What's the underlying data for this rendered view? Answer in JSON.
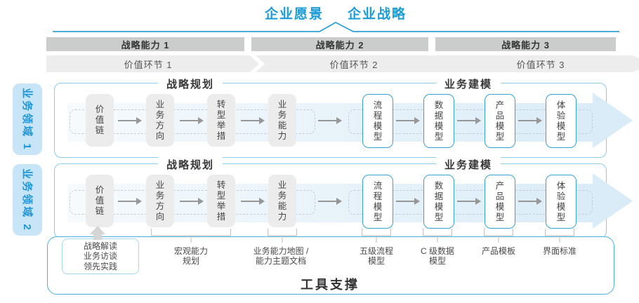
{
  "header": {
    "vision": "企业愿景",
    "strategy": "企业战略"
  },
  "capabilities": [
    "战略能力 1",
    "战略能力 2",
    "战略能力 3"
  ],
  "value_links": [
    "价值环节 1",
    "价值环节 2",
    "价值环节 3"
  ],
  "domains": [
    {
      "label": "业务领域 1"
    },
    {
      "label": "业务领域 2"
    }
  ],
  "sections": {
    "planning": "战略规划",
    "modeling": "业务建模"
  },
  "boxes": [
    "价值链",
    "业务方向",
    "转型举措",
    "业务能力",
    "流程模型",
    "数据模型",
    "产品模型",
    "体验模型"
  ],
  "practice": {
    "lines": [
      "战略解读",
      "业务访谈",
      "领先实践"
    ]
  },
  "notes": [
    {
      "lines": [
        "宏观能力",
        "规划"
      ]
    },
    {
      "lines": [
        "业务能力地图 /",
        "能力主题文档"
      ]
    },
    {
      "lines": [
        "五级流程",
        "模型"
      ]
    },
    {
      "lines": [
        "C 级数据",
        "模型"
      ]
    },
    {
      "lines": [
        "产品模板"
      ]
    },
    {
      "lines": [
        "界面标准"
      ]
    }
  ],
  "footer": {
    "tool_support": "工具支撑"
  },
  "colors": {
    "accent_blue": "#1b9bd8",
    "domain_border": "#8bcbec",
    "blue_box_border": "#35a3d9",
    "capability_bar": "#cbcdcc",
    "chevron_band": "#ededed",
    "gray_box": "#ececec",
    "label_bg": "#c7e5f7",
    "arrow_band_light": "#f6fafd",
    "arrow_band_blue": "#d8ebf7"
  }
}
